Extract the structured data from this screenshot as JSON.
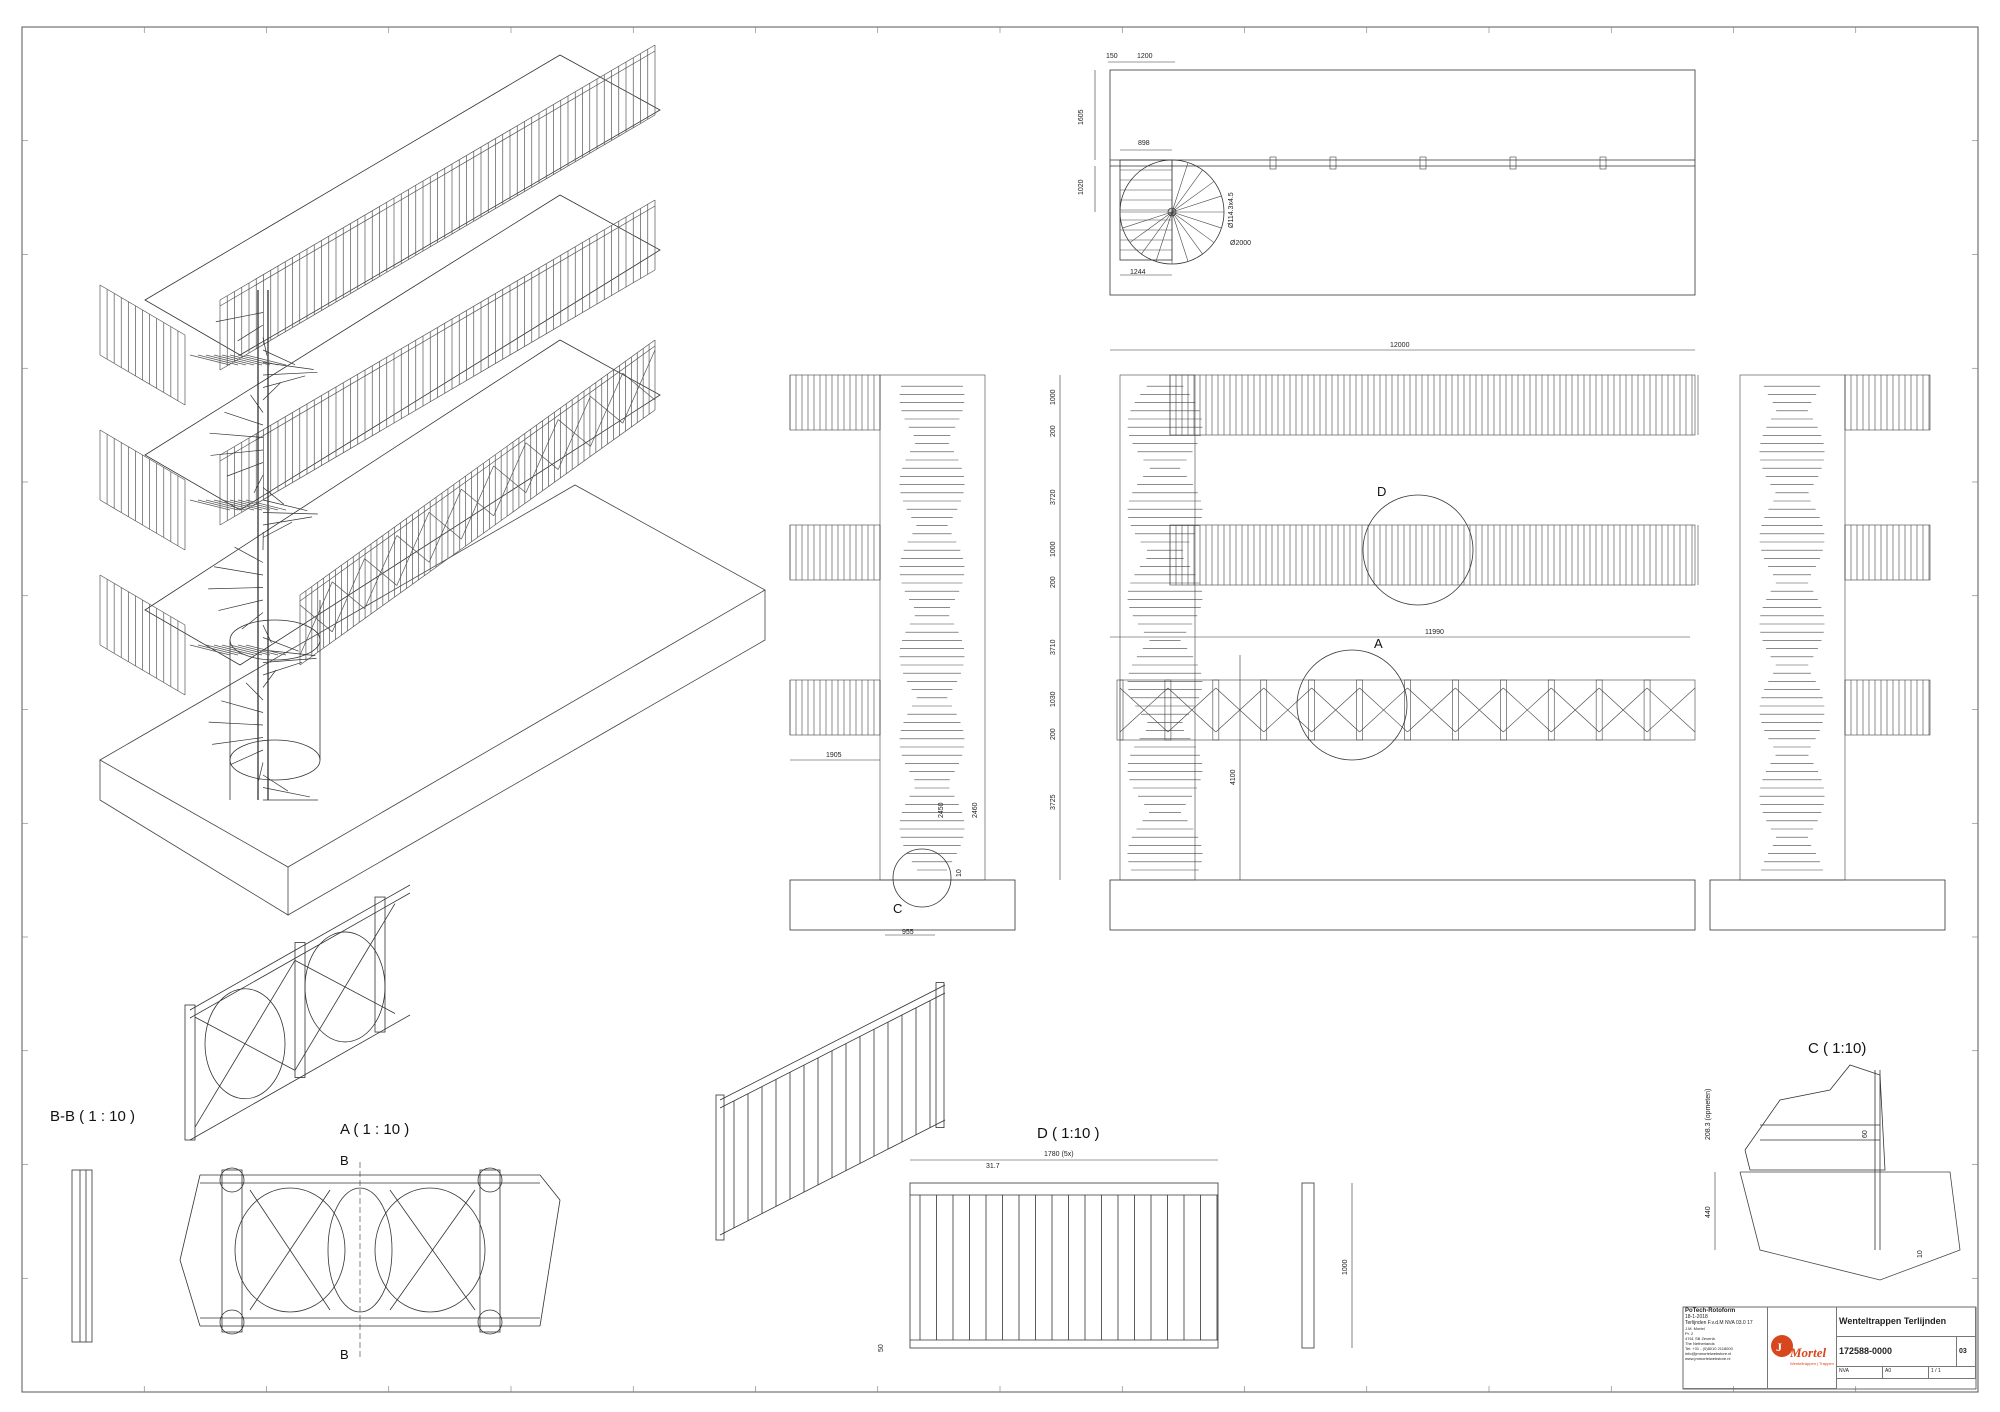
{
  "drawing": {
    "title": "Wenteltrappen Terlijnden",
    "number": "172588-0000",
    "revision": "03",
    "company": "Mortel",
    "company_tagline": "Wenteltrappen | Trappen",
    "scale_cell": "NVA",
    "size_cell": "A0",
    "sheet_cell": "1 / 1"
  },
  "title_block_small": {
    "designer": "PoTech-Rotoform",
    "date_label": "18-1-2018",
    "approved": "F.v.d.M",
    "project": "Terlijnden",
    "weight": "NVA",
    "rev_val": "03.0",
    "qty": "17",
    "address_lines": [
      "J.M. Mortel",
      "Pr. 2",
      "4761 SB Zevenb.",
      "The Netherlands",
      "Tel: +31 - (0)8010 2118000",
      "info@jmmortelwebstore.nl",
      "www.jmmortelwebstore.nl"
    ]
  },
  "view_labels": {
    "bb": "B-B ( 1 : 10 )",
    "a": "A ( 1 : 10 )",
    "d": "D ( 1:10 )",
    "c": "C ( 1:10)",
    "circle_a": "A",
    "circle_c": "C",
    "circle_d": "D",
    "section_b": "B"
  },
  "dimensions": {
    "plan_150": "150",
    "plan_1200": "1200",
    "plan_1605": "1605",
    "plan_898": "898",
    "plan_1020": "1020",
    "plan_dia": "Ø2000",
    "plan_pipe": "Ø114.3x4.5",
    "plan_1244": "1244",
    "top_12000": "12000",
    "mid_11990": "11990",
    "h_1000a": "1000",
    "h_200a": "200",
    "h_3720": "3720",
    "h_1000b": "1000",
    "h_200b": "200",
    "h_3710": "3710",
    "h_1030": "1030",
    "h_200c": "200",
    "h_3725": "3725",
    "h_4100": "4100",
    "side_1905": "1905",
    "side_2450": "2450",
    "side_2460": "2460",
    "side_955": "955",
    "side_10": "10",
    "d_1780": "1780 (5x)",
    "d_317": "31.7",
    "d_1000": "1000",
    "d_50": "50",
    "c_2083": "208.3 (opmeten)",
    "c_440": "440",
    "c_60": "60",
    "c_10": "10"
  }
}
